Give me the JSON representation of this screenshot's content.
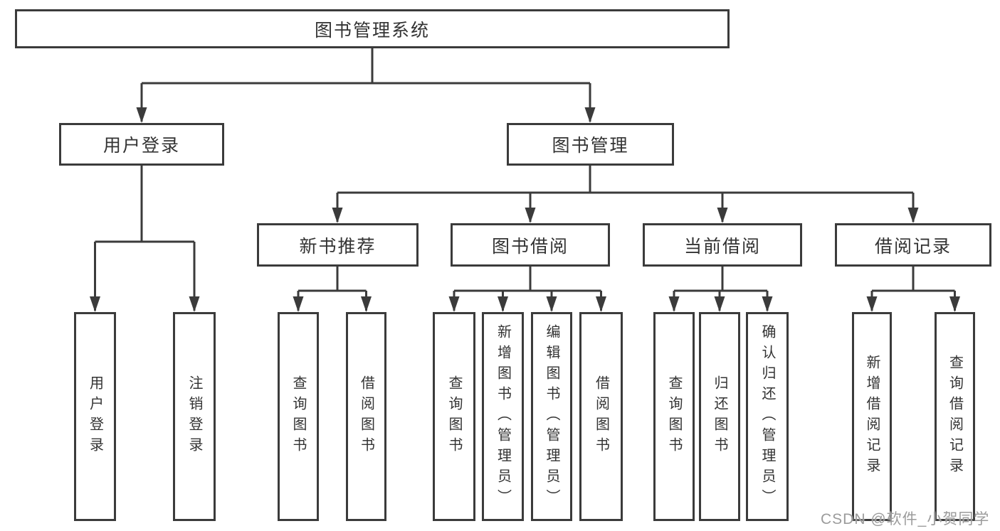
{
  "diagram": {
    "type": "tree",
    "nodes": {
      "root": {
        "label": "图书管理系统"
      },
      "userLogin": {
        "label": "用户登录",
        "parent": "root"
      },
      "bookMgmt": {
        "label": "图书管理",
        "parent": "root"
      },
      "newBookRec": {
        "label": "新书推荐",
        "parent": "bookMgmt"
      },
      "bookBorrow": {
        "label": "图书借阅",
        "parent": "bookMgmt"
      },
      "currentBorrow": {
        "label": "当前借阅",
        "parent": "bookMgmt"
      },
      "borrowRecord": {
        "label": "借阅记录",
        "parent": "bookMgmt"
      },
      "leafUserLogin": {
        "label": "用户登录",
        "parent": "userLogin"
      },
      "leafLogout": {
        "label": "注销登录",
        "parent": "userLogin"
      },
      "leafQueryBook1": {
        "label": "查询图书",
        "parent": "newBookRec"
      },
      "leafBorrowBook1": {
        "label": "借阅图书",
        "parent": "newBookRec"
      },
      "leafQueryBook2": {
        "label": "查询图书",
        "parent": "bookBorrow"
      },
      "leafAddBook": {
        "label": "新增图书（管理员）",
        "parent": "bookBorrow"
      },
      "leafEditBook": {
        "label": "编辑图书（管理员）",
        "parent": "bookBorrow"
      },
      "leafBorrowBook2": {
        "label": "借阅图书",
        "parent": "bookBorrow"
      },
      "leafQueryBook3": {
        "label": "查询图书",
        "parent": "currentBorrow"
      },
      "leafReturnBook": {
        "label": "归还图书",
        "parent": "currentBorrow"
      },
      "leafConfirmReturn": {
        "label": "确认归还（管理员）",
        "parent": "currentBorrow"
      },
      "leafAddRecord": {
        "label": "新增借阅记录",
        "parent": "borrowRecord"
      },
      "leafQueryRecord": {
        "label": "查询借阅记录",
        "parent": "borrowRecord"
      }
    }
  },
  "watermark": {
    "text": "CSDN @软件_小贺同学"
  },
  "colors": {
    "line": "#3b3b3b",
    "text": "#333333",
    "background": "#ffffff",
    "watermark": "#9b9b9b"
  }
}
